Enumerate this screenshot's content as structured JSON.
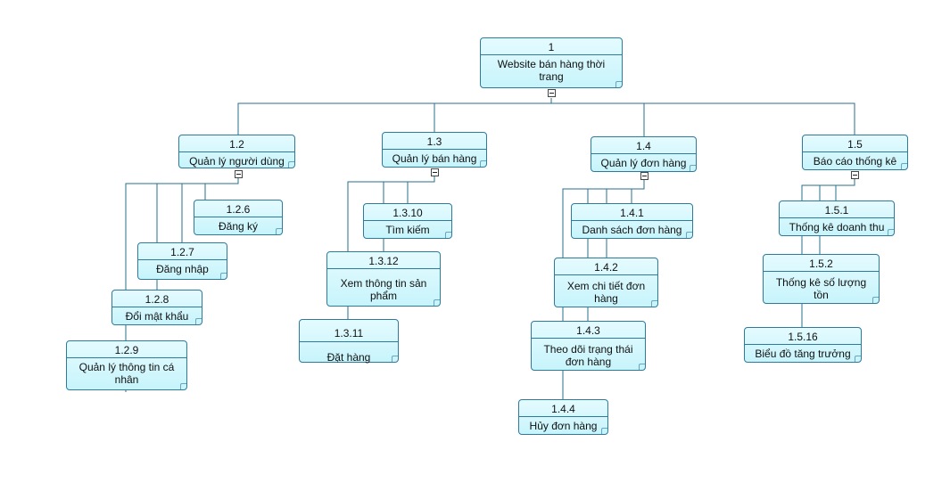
{
  "diagram": {
    "nodes": [
      {
        "id": "n1",
        "number": "1",
        "label": "Website bán hàng thời trang"
      },
      {
        "id": "n1_2",
        "number": "1.2",
        "label": "Quản lý người dùng"
      },
      {
        "id": "n1_3",
        "number": "1.3",
        "label": "Quản lý bán hàng"
      },
      {
        "id": "n1_4",
        "number": "1.4",
        "label": "Quản lý đơn hàng"
      },
      {
        "id": "n1_5",
        "number": "1.5",
        "label": "Báo cáo thống kê"
      },
      {
        "id": "n1_2_6",
        "number": "1.2.6",
        "label": "Đăng ký"
      },
      {
        "id": "n1_2_7",
        "number": "1.2.7",
        "label": "Đăng nhập"
      },
      {
        "id": "n1_2_8",
        "number": "1.2.8",
        "label": "Đổi mật khẩu"
      },
      {
        "id": "n1_2_9",
        "number": "1.2.9",
        "label": "Quản lý thông tin cá nhân"
      },
      {
        "id": "n1_3_10",
        "number": "1.3.10",
        "label": "Tìm kiếm"
      },
      {
        "id": "n1_3_12",
        "number": "1.3.12",
        "label": "Xem thông tin sản phẩm"
      },
      {
        "id": "n1_3_11",
        "number": "1.3.11",
        "label": "Đặt hàng"
      },
      {
        "id": "n1_4_1",
        "number": "1.4.1",
        "label": "Danh sách đơn hàng"
      },
      {
        "id": "n1_4_2",
        "number": "1.4.2",
        "label": "Xem chi tiết đơn hàng"
      },
      {
        "id": "n1_4_3",
        "number": "1.4.3",
        "label": "Theo dõi trạng thái đơn hàng"
      },
      {
        "id": "n1_4_4",
        "number": "1.4.4",
        "label": "Hủy đơn hàng"
      },
      {
        "id": "n1_5_1",
        "number": "1.5.1",
        "label": "Thống kê doanh thu"
      },
      {
        "id": "n1_5_2",
        "number": "1.5.2",
        "label": "Thống kê số lượng tồn"
      },
      {
        "id": "n1_5_16",
        "number": "1.5.16",
        "label": "Biểu đồ tăng trưởng"
      }
    ],
    "edges": [
      [
        "n1",
        "n1_2"
      ],
      [
        "n1",
        "n1_3"
      ],
      [
        "n1",
        "n1_4"
      ],
      [
        "n1",
        "n1_5"
      ],
      [
        "n1_2",
        "n1_2_6"
      ],
      [
        "n1_2",
        "n1_2_7"
      ],
      [
        "n1_2",
        "n1_2_8"
      ],
      [
        "n1_2",
        "n1_2_9"
      ],
      [
        "n1_3",
        "n1_3_10"
      ],
      [
        "n1_3",
        "n1_3_12"
      ],
      [
        "n1_3",
        "n1_3_11"
      ],
      [
        "n1_4",
        "n1_4_1"
      ],
      [
        "n1_4",
        "n1_4_2"
      ],
      [
        "n1_4",
        "n1_4_3"
      ],
      [
        "n1_4",
        "n1_4_4"
      ],
      [
        "n1_5",
        "n1_5_1"
      ],
      [
        "n1_5",
        "n1_5_2"
      ],
      [
        "n1_5",
        "n1_5_16"
      ]
    ],
    "colors": {
      "node_fill_top": "#e4fbff",
      "node_fill_bottom": "#c7f4fb",
      "node_border": "#2f7a9a",
      "line": "#2a6f8c"
    }
  }
}
